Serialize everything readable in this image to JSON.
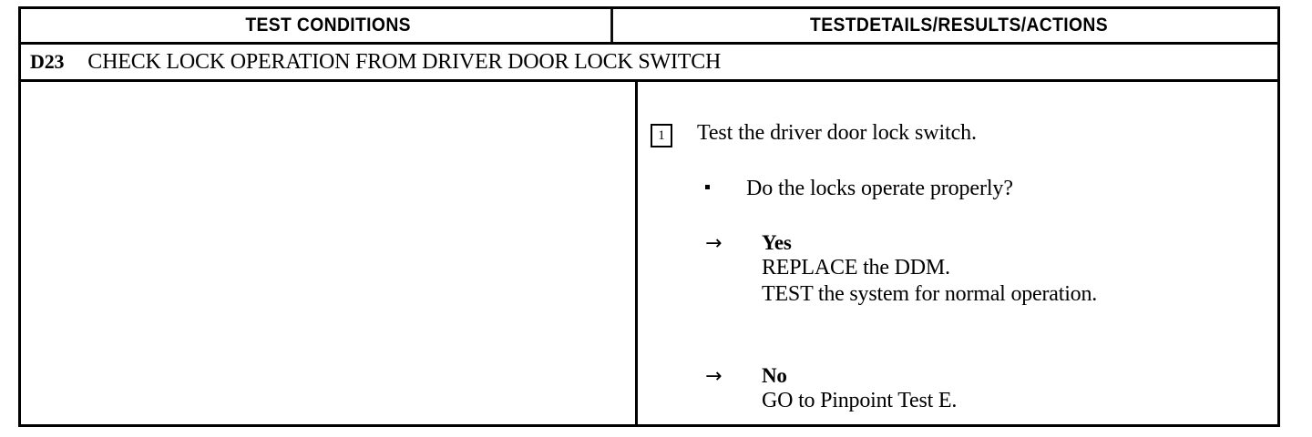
{
  "document": {
    "type": "pinpoint-test-table",
    "columns": [
      {
        "id": "test-conditions",
        "header": "TEST CONDITIONS"
      },
      {
        "id": "test-details",
        "header": "TESTDETAILS/RESULTS/ACTIONS"
      }
    ],
    "title_row": {
      "code": "D23",
      "text": "CHECK LOCK OPERATION FROM DRIVER DOOR LOCK SWITCH"
    },
    "left_column": {
      "content": ""
    },
    "right_column": {
      "step": {
        "number": "1",
        "instruction": "Test the driver door lock switch."
      },
      "question": {
        "bullet": "•",
        "text": "Do the locks operate properly?"
      },
      "branches": [
        {
          "id": "yes",
          "arrow": "→",
          "label": "Yes",
          "actions": [
            "REPLACE the DDM.",
            "TEST the system for normal operation."
          ]
        },
        {
          "id": "no",
          "arrow": "→",
          "label": "No",
          "actions": [
            "GO to Pinpoint Test E."
          ]
        }
      ]
    },
    "colors": {
      "ink": "#000000",
      "paper": "#ffffff"
    }
  }
}
